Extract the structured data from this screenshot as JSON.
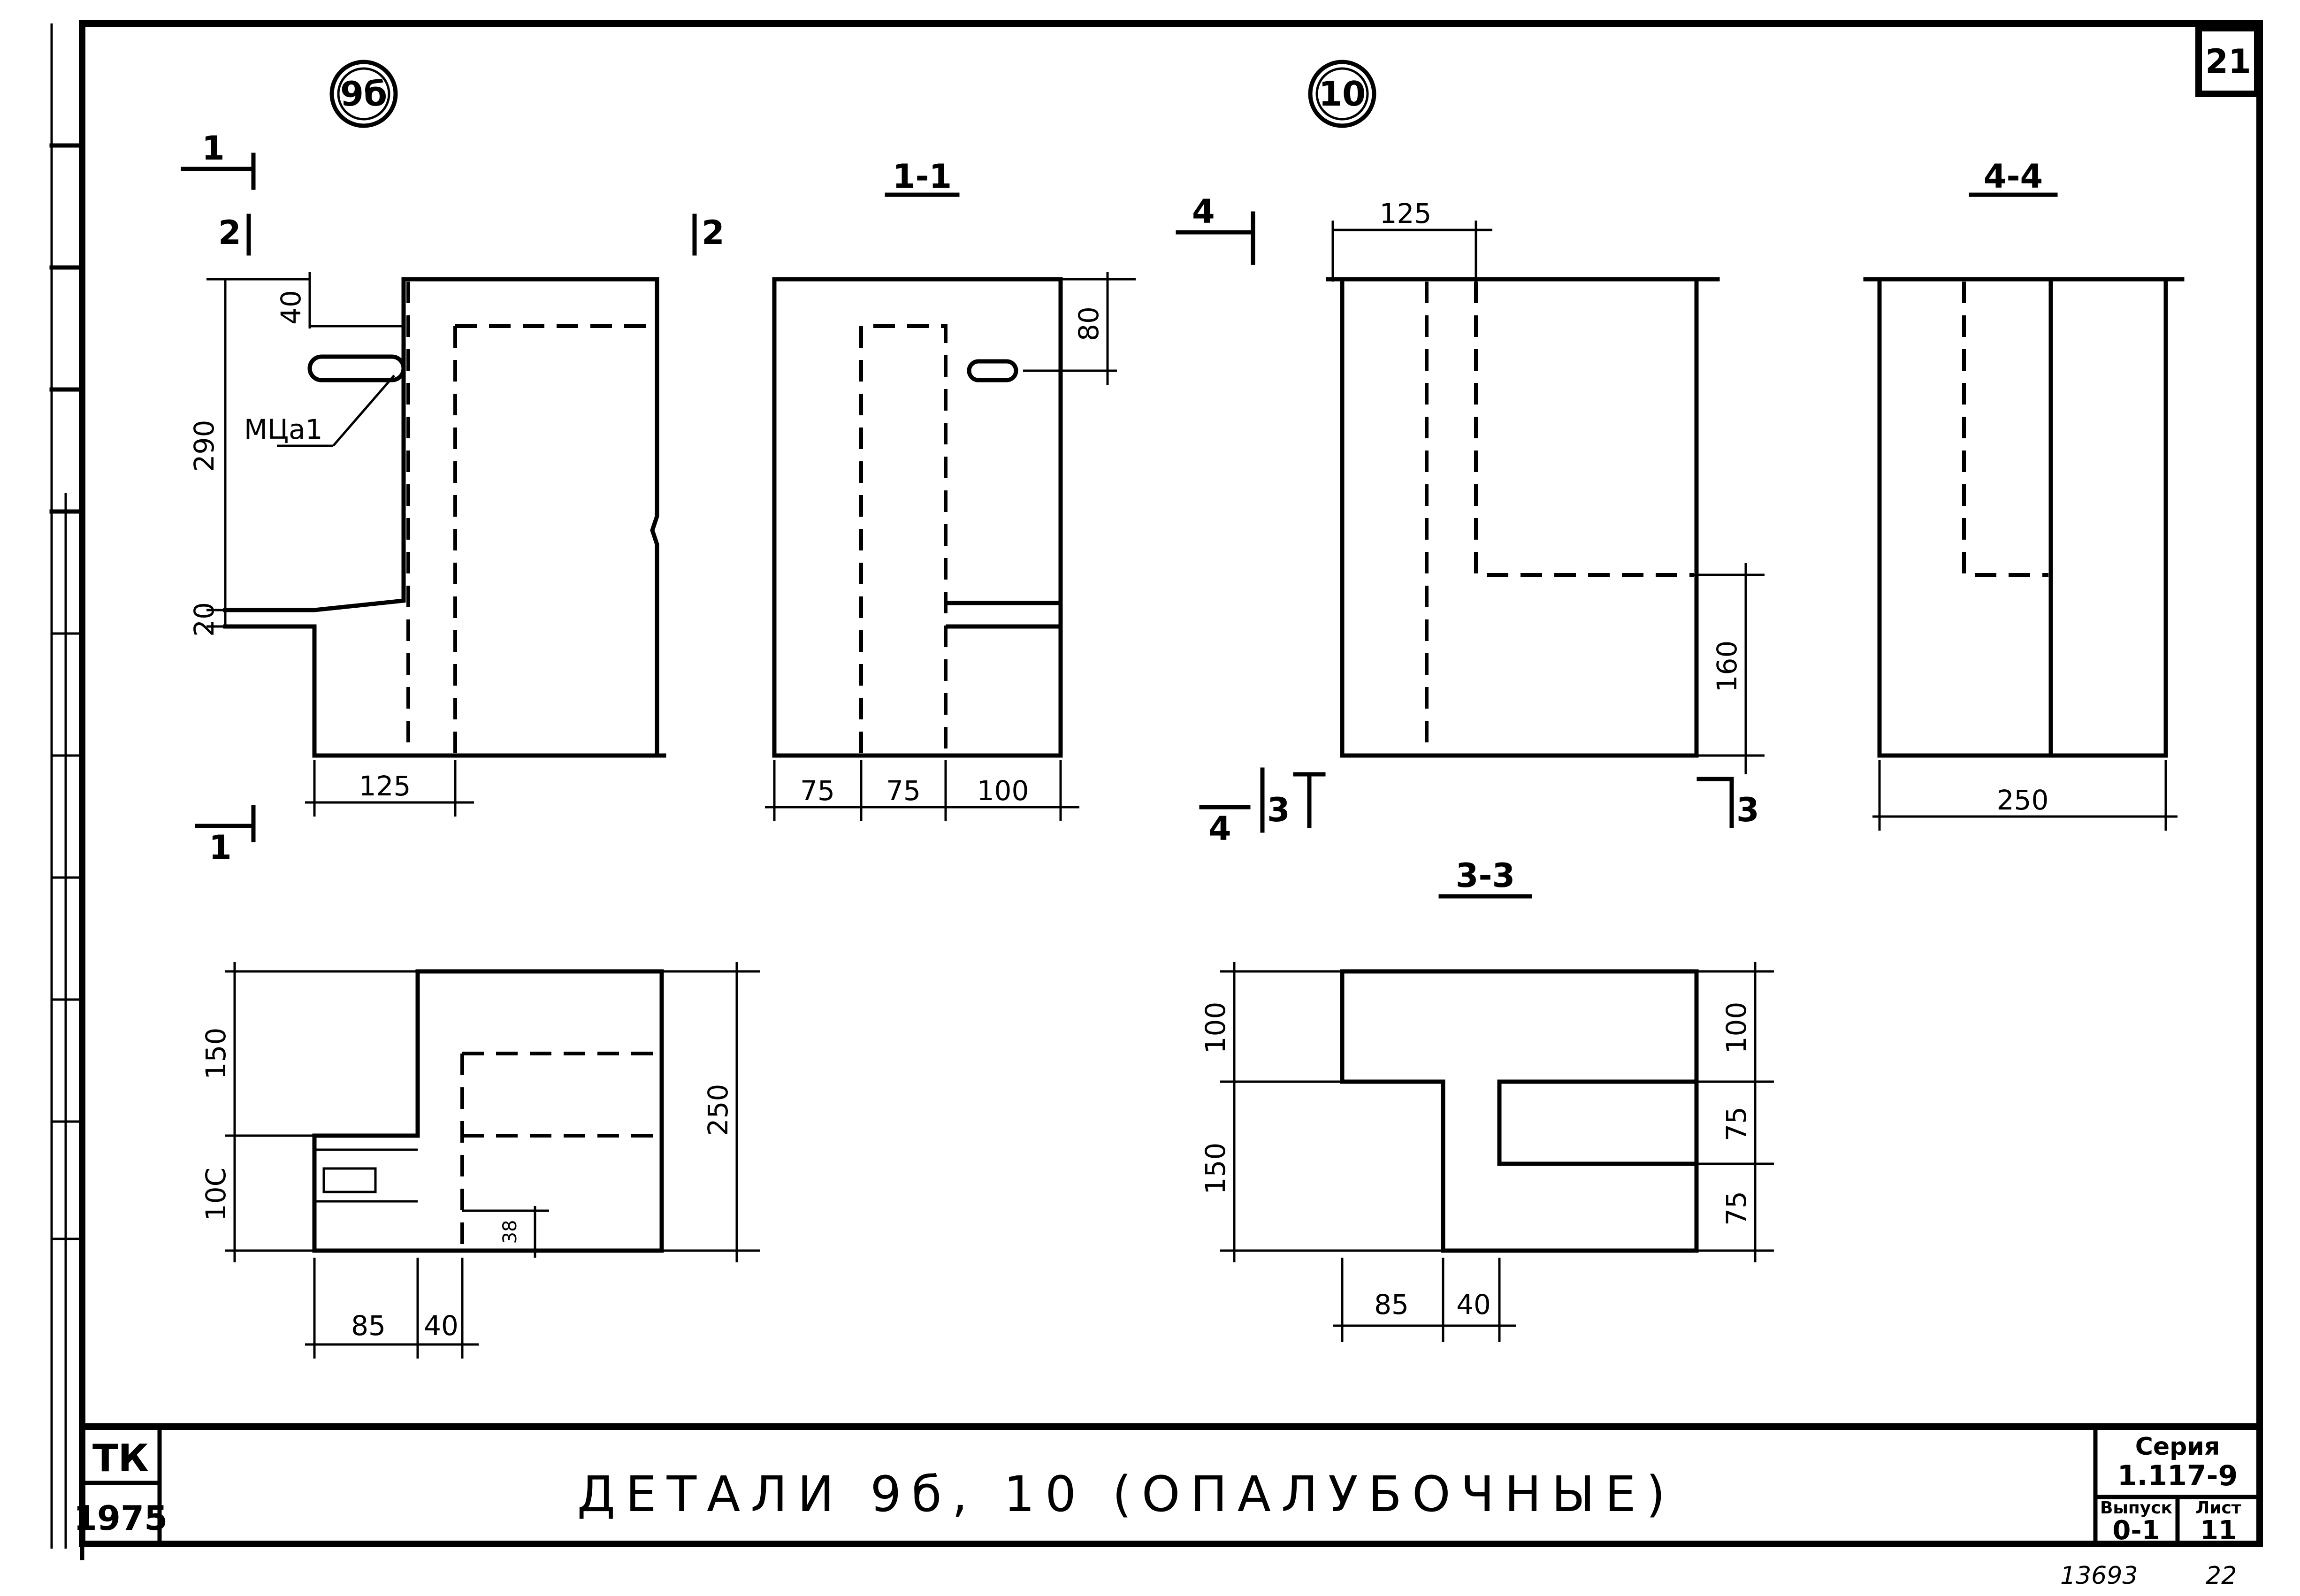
{
  "sheet_number": "21",
  "callouts": {
    "detail_9b": "9б",
    "detail_10": "10"
  },
  "section_labels": {
    "s11": "1-1",
    "s44": "4-4",
    "s33": "3-3"
  },
  "cut_marks": {
    "c1": "1",
    "c2": "2",
    "c3": "3",
    "c4": "4"
  },
  "part_mark": "МЦа1",
  "dimensions": {
    "d9b": {
      "top_40": "40",
      "h290": "290",
      "h20": "20",
      "w125": "125"
    },
    "d11": {
      "h80": "80",
      "w75a": "75",
      "w75b": "75",
      "w100": "100"
    },
    "d10": {
      "w125": "125",
      "h160": "160"
    },
    "d44": {
      "w250": "250"
    },
    "plan9b": {
      "h150": "150",
      "h100": "10С",
      "h250": "250",
      "h38": "38",
      "w85": "85",
      "w40": "40"
    },
    "d33": {
      "l100": "100",
      "l150": "150",
      "r100": "100",
      "r75a": "75",
      "r75b": "75",
      "w85": "85",
      "w40": "40"
    }
  },
  "title_block": {
    "org": "ТК",
    "year": "1975",
    "title": "ДЕТАЛИ 9б, 10 (ОПАЛУБОЧНЫЕ)",
    "series_label": "Серия",
    "series_value": "1.117-9",
    "issue_label": "Выпуск",
    "issue_value": "0-1",
    "sheet_label": "Лист",
    "sheet_value": "11"
  },
  "archive_number": "13693",
  "archive_page": "22"
}
